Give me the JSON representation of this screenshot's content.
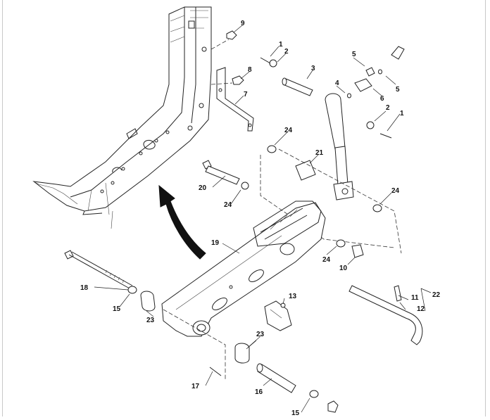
{
  "diagram": {
    "callouts": {
      "c1a": "1",
      "c1b": "1",
      "c2a": "2",
      "c2b": "2",
      "c3": "3",
      "c4": "4",
      "c5a": "5",
      "c5b": "5",
      "c6": "6",
      "c7": "7",
      "c8": "8",
      "c9": "9",
      "c10": "10",
      "c11": "11",
      "c12": "12",
      "c13": "13",
      "c15a": "15",
      "c15b": "15",
      "c16": "16",
      "c17": "17",
      "c18": "18",
      "c19": "19",
      "c20": "20",
      "c21": "21",
      "c22": "22",
      "c23a": "23",
      "c23b": "23",
      "c24a": "24",
      "c24b": "24",
      "c24c": "24",
      "c24d": "24"
    }
  }
}
